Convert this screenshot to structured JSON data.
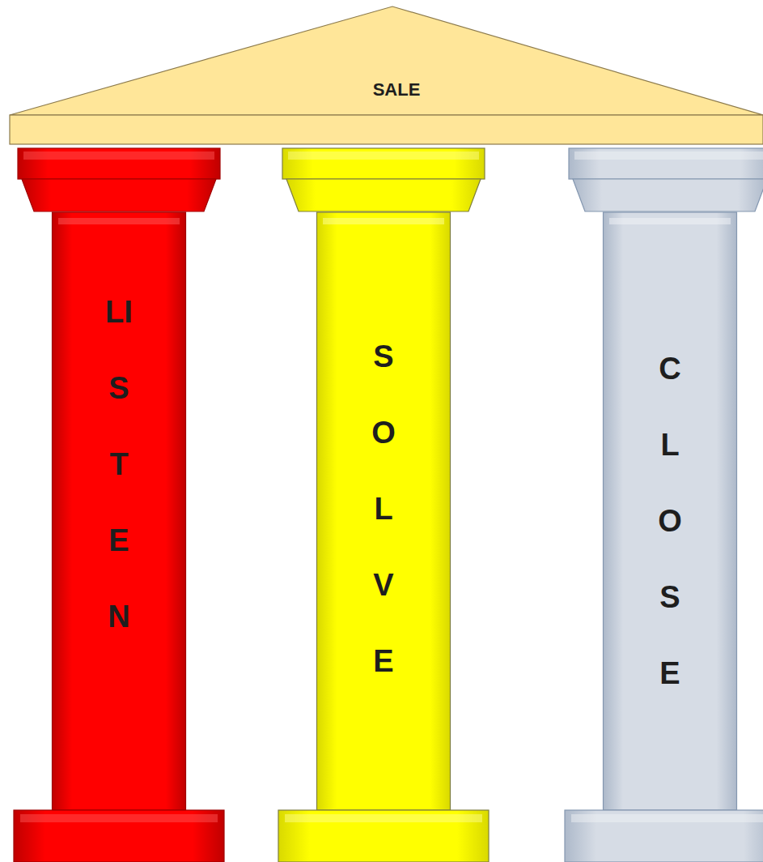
{
  "diagram": {
    "nodes": [
      {
        "text": [
          "SALE"
        ]
      },
      {
        "text": [
          "LISTEN"
        ]
      },
      {
        "text": [
          "SOLVE"
        ]
      },
      {
        "text": [
          "CLOSE"
        ]
      }
    ]
  }
}
